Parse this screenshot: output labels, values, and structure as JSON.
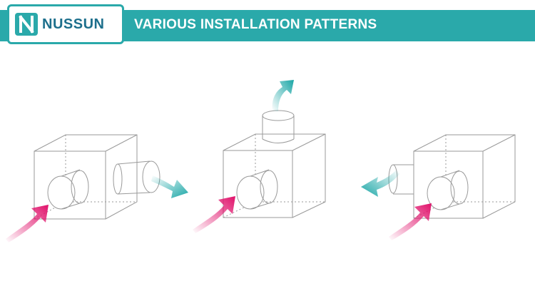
{
  "header": {
    "brand_name": "NUSSUN",
    "title": "VARIOUS INSTALLATION PATTERNS",
    "accent_color": "#2aa9aa"
  },
  "diagrams": [
    {
      "name": "side-outlet-pattern",
      "inlet_color": "#e0106a",
      "outlet_color": "#1aa6a6",
      "outlet": "side"
    },
    {
      "name": "top-outlet-pattern",
      "inlet_color": "#e0106a",
      "outlet_color": "#1aa6a6",
      "outlet": "top"
    },
    {
      "name": "rear-outlet-pattern",
      "inlet_color": "#e0106a",
      "outlet_color": "#1aa6a6",
      "outlet": "rear-left"
    }
  ]
}
